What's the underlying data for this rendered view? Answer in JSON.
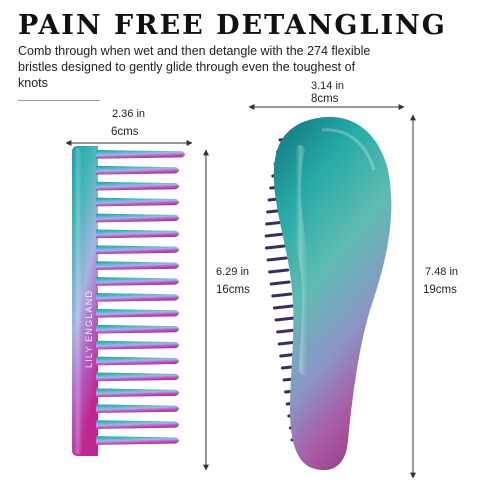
{
  "headline": "PAIN FREE DETANGLING",
  "description": "Comb through when wet and then detangle with the 274 flexible bristles designed to gently glide through even the toughest of knots",
  "comb": {
    "brand": "LILY ENGLAND",
    "width_in": "2.36 in",
    "width_cm": "6cms",
    "height_in": "6.29 in",
    "height_cm": "16cms"
  },
  "brush": {
    "width_in": "3.14 in",
    "width_cm": "8cms",
    "height_in": "7.48 in",
    "height_cm": "19cms"
  },
  "colors": {
    "teal": "#1fa7a4",
    "lilac": "#9aa9d8",
    "magenta": "#c42a9a",
    "purple": "#7a3aa0",
    "bristle": "#3e2a62"
  }
}
